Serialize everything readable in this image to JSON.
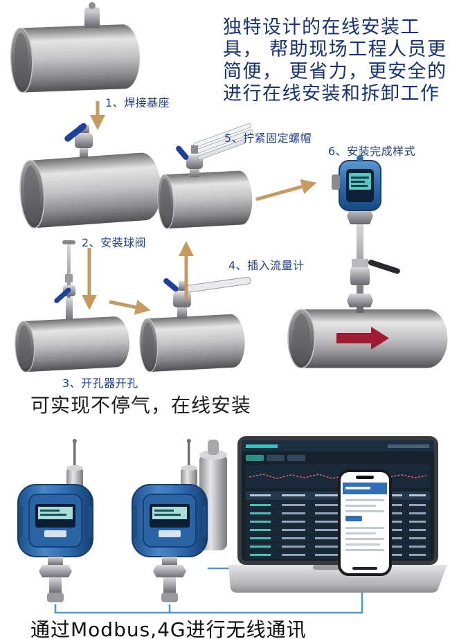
{
  "intro": {
    "text": "独特设计的在线安装工具， 帮助现场工程人员更简便， 更省力，更安全的进行在线安装和拆卸工作"
  },
  "steps": [
    {
      "label": "1、焊接基座"
    },
    {
      "label": "2、安装球阀"
    },
    {
      "label": "3、开孔器开孔"
    },
    {
      "label": "4、插入流量计"
    },
    {
      "label": "5、拧紧固定螺帽"
    },
    {
      "label": "6、安装完成样式"
    }
  ],
  "captions": {
    "online_install": "可实现不停气，在线安装",
    "wireless": "通过Modbus,4G进行无线通讯"
  },
  "colors": {
    "step_label_blue": "#1d3f94",
    "intro_text_blue": "#14317d",
    "arrow_gold": "#c79a5f",
    "flow_arrow_red": "#9e1b32",
    "valve_handle_blue": "#1e3f9e",
    "device_body_blue": "#2f6cb0",
    "connection_line_blue": "#4b97d2"
  }
}
